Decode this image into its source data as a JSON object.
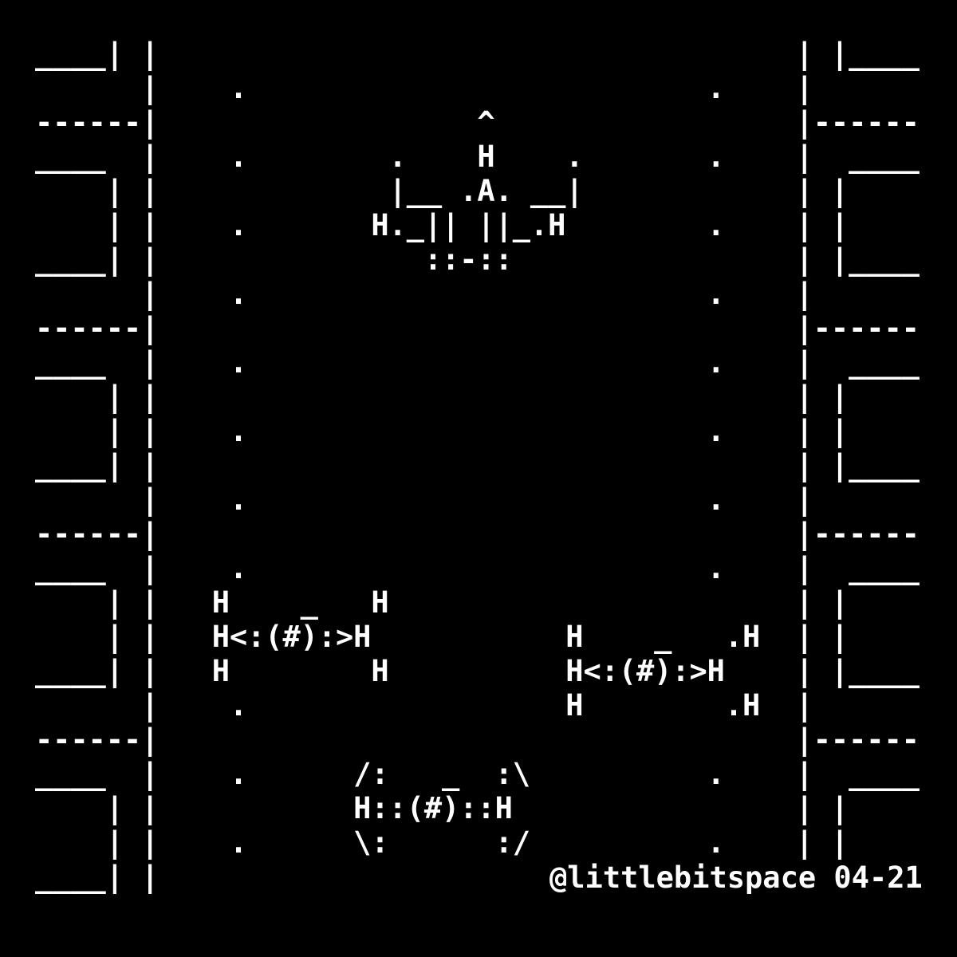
{
  "scene": {
    "background": "#000000",
    "foreground": "#ffffff",
    "rows": [
      "____| |                                    | |____",
      "      |    .                          .    |",
      "------|                  ^                 |------",
      "____  |    .        .    H    .       .    |  ____",
      "    | |             |__ .A. __|            | |",
      "    | |    .       H._|| ||_.H        .    | |",
      "____| |               ::-::                | |____",
      "      |    .                          .    |",
      "------|                                    |------",
      "____  |    .                          .    |  ____",
      "    | |                                    | |",
      "    | |    .                          .    | |",
      "____| |                                    | |____",
      "      |    .                          .    |",
      "------|                                    |------",
      "____  |    .                          .    |  ____",
      "    | |   H    _   H                       | |",
      "    | |   H<:(#):>H           H    _   .H  | |",
      "____| |   H        H          H<:(#):>H    | |____",
      "      |    .                  H        .H  |",
      "------|                                    |------",
      "____  |    .      /:   _  :\\          .    |  ____",
      "    | |           H::(#)::H                | |",
      "    | |    .      \\:      :/          .    | |",
      "____| |"
    ]
  },
  "signature": "@littlebitspace 04-21"
}
